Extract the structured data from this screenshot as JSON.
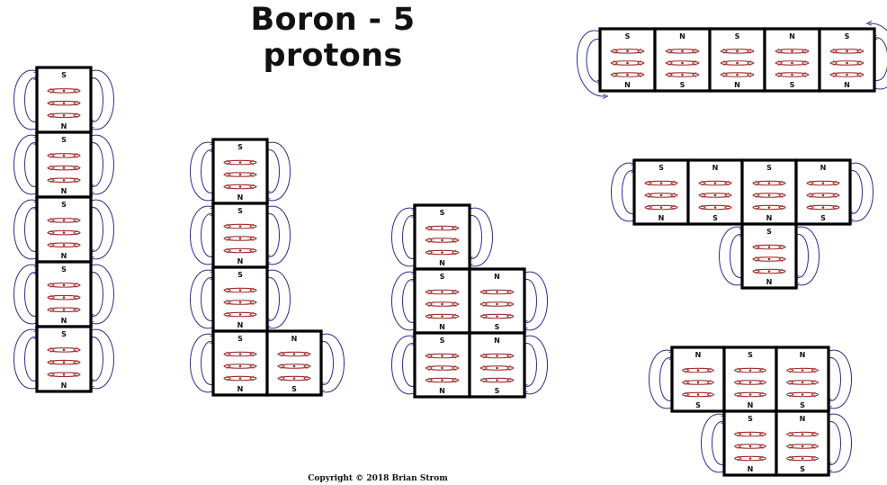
{
  "title": "Boron - 5 protons",
  "copyright": "Copyright © 2018   Brian Strom",
  "colors": {
    "box": "#000000",
    "field_line": "#2b2f8f",
    "spin": "#a03030",
    "text": "#111111"
  },
  "configurations": [
    {
      "name": "vertical-column",
      "cells": [
        {
          "col": 0,
          "row": 0,
          "top": "S",
          "bottom": "N"
        },
        {
          "col": 0,
          "row": 1,
          "top": "S",
          "bottom": "N"
        },
        {
          "col": 0,
          "row": 2,
          "top": "S",
          "bottom": "N"
        },
        {
          "col": 0,
          "row": 3,
          "top": "S",
          "bottom": "N"
        },
        {
          "col": 0,
          "row": 4,
          "top": "S",
          "bottom": "N"
        }
      ]
    },
    {
      "name": "l-shape",
      "cells": [
        {
          "col": 0,
          "row": 0,
          "top": "S",
          "bottom": "N"
        },
        {
          "col": 0,
          "row": 1,
          "top": "S",
          "bottom": "N"
        },
        {
          "col": 0,
          "row": 2,
          "top": "S",
          "bottom": "N"
        },
        {
          "col": 0,
          "row": 3,
          "top": "S",
          "bottom": "N"
        },
        {
          "col": 1,
          "row": 3,
          "top": "N",
          "bottom": "S"
        }
      ]
    },
    {
      "name": "p-shape",
      "cells": [
        {
          "col": 0,
          "row": 0,
          "top": "S",
          "bottom": "N"
        },
        {
          "col": 0,
          "row": 1,
          "top": "S",
          "bottom": "N"
        },
        {
          "col": 1,
          "row": 1,
          "top": "N",
          "bottom": "S"
        },
        {
          "col": 0,
          "row": 2,
          "top": "S",
          "bottom": "N"
        },
        {
          "col": 1,
          "row": 2,
          "top": "N",
          "bottom": "S"
        }
      ]
    },
    {
      "name": "horizontal-row",
      "cells": [
        {
          "col": 0,
          "row": 0,
          "top": "S",
          "bottom": "N"
        },
        {
          "col": 1,
          "row": 0,
          "top": "N",
          "bottom": "S"
        },
        {
          "col": 2,
          "row": 0,
          "top": "S",
          "bottom": "N"
        },
        {
          "col": 3,
          "row": 0,
          "top": "N",
          "bottom": "S"
        },
        {
          "col": 4,
          "row": 0,
          "top": "S",
          "bottom": "N"
        }
      ]
    },
    {
      "name": "row-with-tail",
      "cells": [
        {
          "col": 0,
          "row": 0,
          "top": "S",
          "bottom": "N"
        },
        {
          "col": 1,
          "row": 0,
          "top": "N",
          "bottom": "S"
        },
        {
          "col": 2,
          "row": 0,
          "top": "S",
          "bottom": "N"
        },
        {
          "col": 3,
          "row": 0,
          "top": "N",
          "bottom": "S"
        },
        {
          "col": 2,
          "row": 1,
          "top": "S",
          "bottom": "N"
        }
      ]
    },
    {
      "name": "t-block",
      "cells": [
        {
          "col": 0,
          "row": 0,
          "top": "N",
          "bottom": "S"
        },
        {
          "col": 1,
          "row": 0,
          "top": "S",
          "bottom": "N"
        },
        {
          "col": 2,
          "row": 0,
          "top": "N",
          "bottom": "S"
        },
        {
          "col": 1,
          "row": 1,
          "top": "S",
          "bottom": "N"
        },
        {
          "col": 2,
          "row": 1,
          "top": "N",
          "bottom": "S"
        }
      ]
    }
  ]
}
